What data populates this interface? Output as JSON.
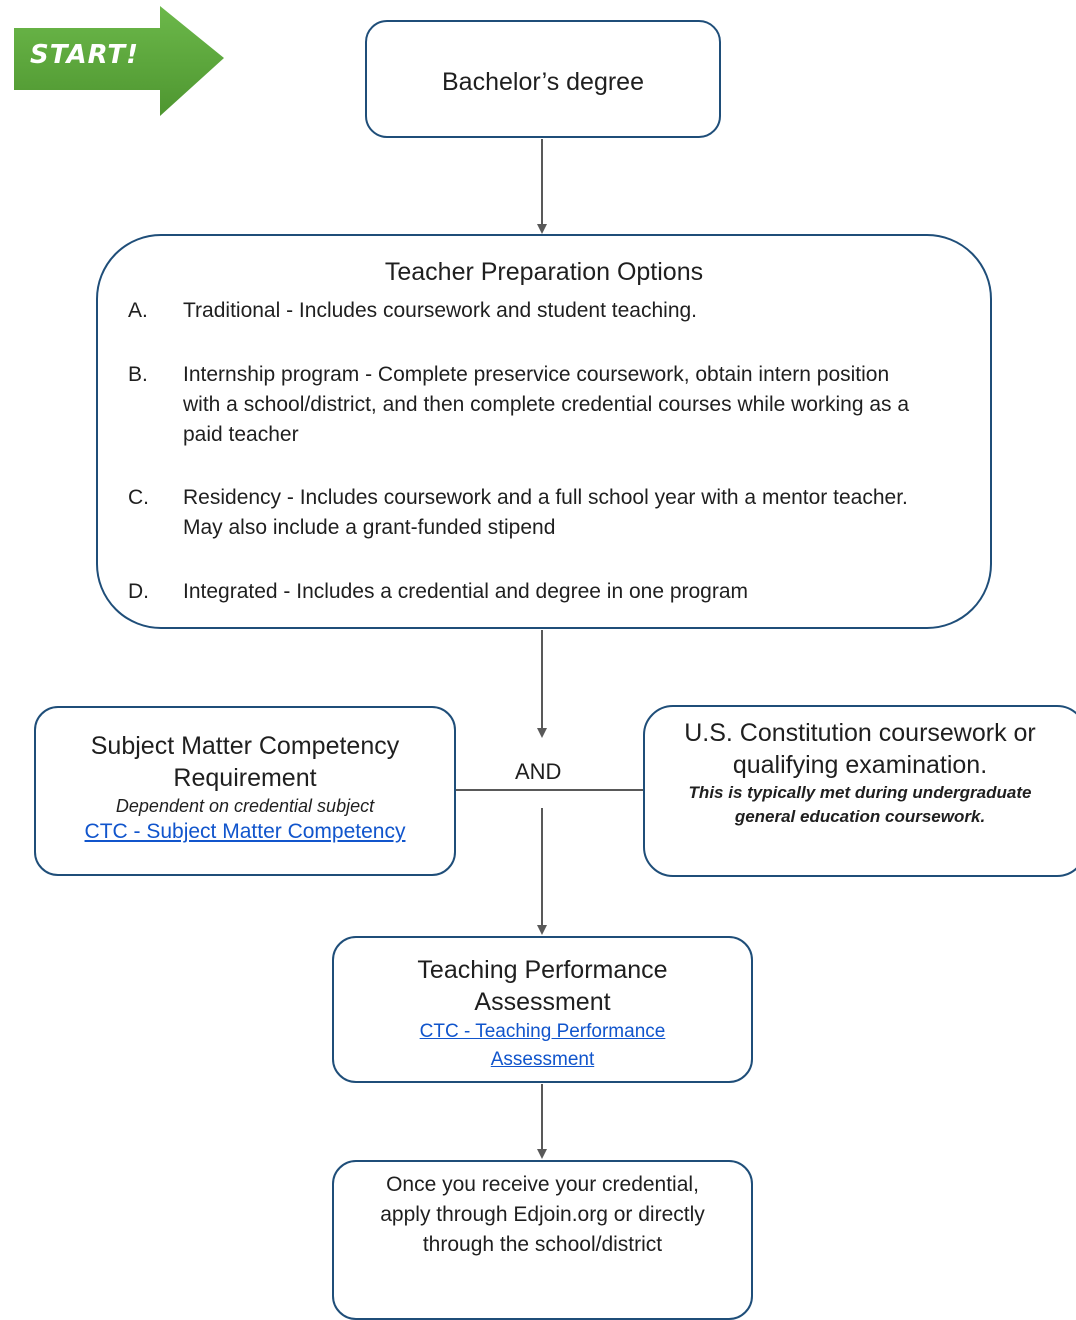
{
  "start_badge": {
    "label": "START!",
    "color": "#5aa03c"
  },
  "colors": {
    "node_border": "#1f4e79",
    "connector": "#595959",
    "link": "#1155cc"
  },
  "nodes": {
    "bachelor": {
      "title": "Bachelor’s degree"
    },
    "prep": {
      "title": "Teacher Preparation Options",
      "options": [
        {
          "letter": "A.",
          "text": "Traditional -  Includes coursework and student teaching."
        },
        {
          "letter": "B.",
          "text": "Internship program  - Complete preservice coursework, obtain intern position with a school/district, and then complete credential courses while working as a paid teacher"
        },
        {
          "letter": "C.",
          "text": "Residency - Includes coursework and a full school year with a mentor teacher. May also include a grant-funded stipend"
        },
        {
          "letter": "D.",
          "text": "Integrated - Includes a credential and degree in one program"
        }
      ]
    },
    "subject": {
      "title": "Subject Matter Competency Requirement",
      "note": "Dependent on credential  subject",
      "link": "CTC - Subject Matter Competency"
    },
    "and_label": "AND",
    "constitution": {
      "title": "U.S. Constitution coursework or qualifying examination.",
      "note": "This is typically met during undergraduate general education coursework."
    },
    "tpa": {
      "title": "Teaching Performance Assessment",
      "link": "CTC - Teaching Performance Assessment"
    },
    "apply": {
      "text": "Once you receive your credential, apply through Edjoin.org or directly through the school/district"
    }
  }
}
